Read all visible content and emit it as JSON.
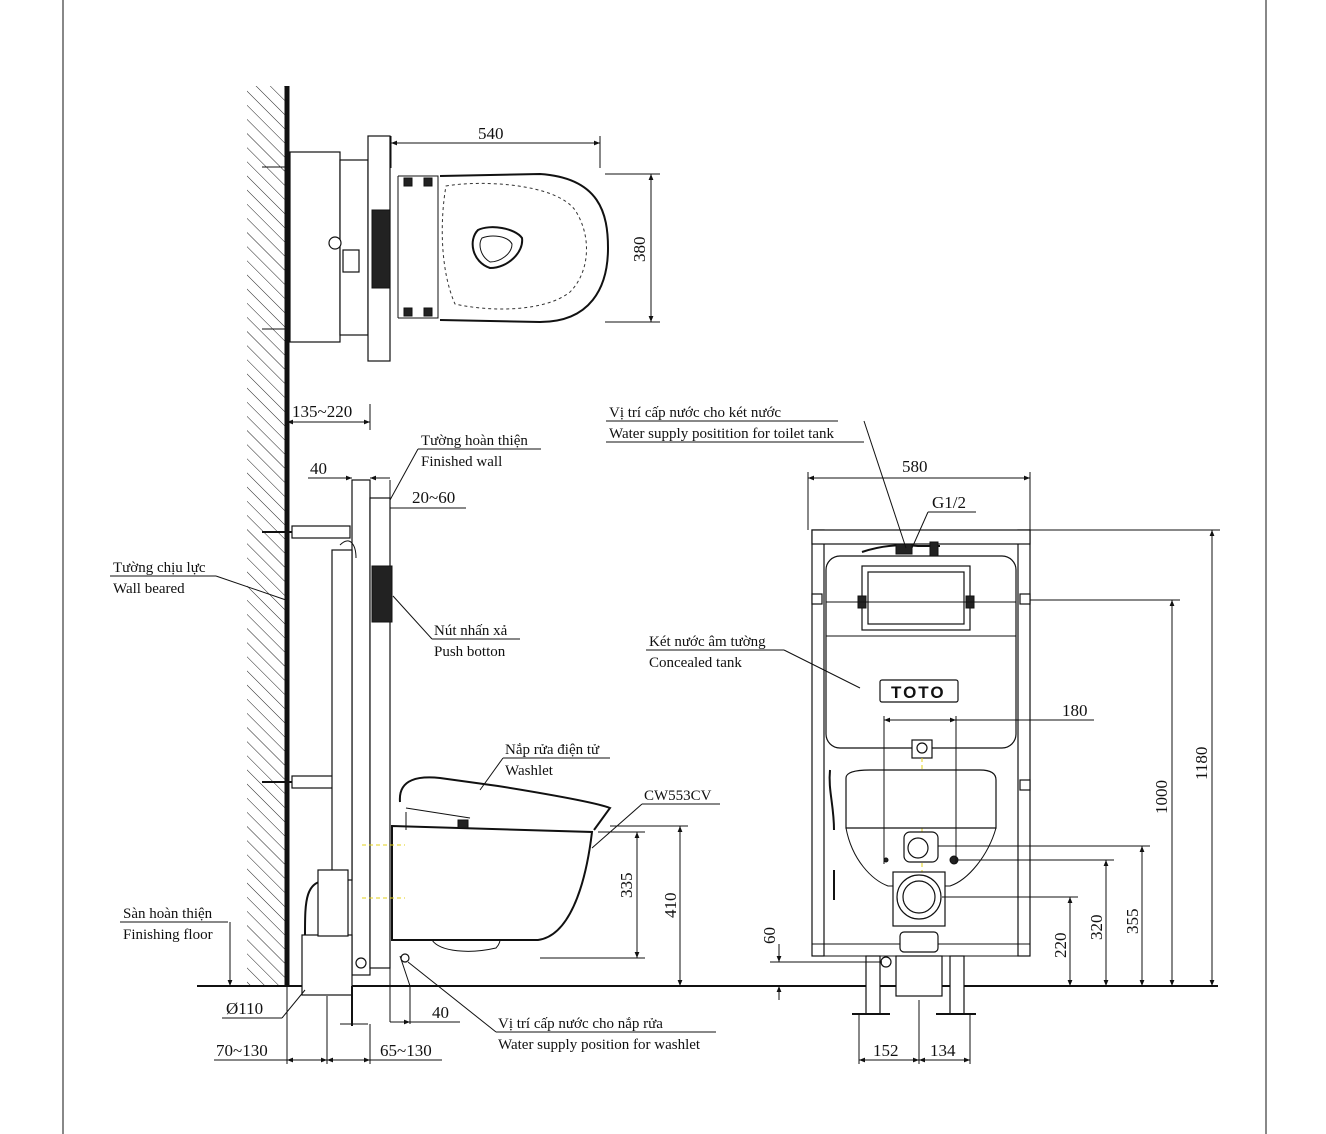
{
  "dimensions": {
    "top_width": "540",
    "top_depth": "380",
    "frame_depth": "135~220",
    "frame_inner": "40",
    "finish_thickness": "20~60",
    "bowl_height_335": "335",
    "bowl_height_410": "410",
    "pipe_offset": "40",
    "pipe_diameter": "Ø110",
    "left_70_130": "70~130",
    "left_65_130": "65~130",
    "front_width": "580",
    "thread": "G1/2",
    "spacing_180": "180",
    "h_1180": "1180",
    "h_1000": "1000",
    "h_355": "355",
    "h_320": "320",
    "h_220": "220",
    "h_60": "60",
    "foot_152": "152",
    "foot_134": "134"
  },
  "labels": {
    "water_supply_tank_vi": "Vị trí cấp nước cho két nước",
    "water_supply_tank_en": "Water supply positition for toilet tank",
    "finished_wall_vi": "Tường hoàn thiện",
    "finished_wall_en": "Finished wall",
    "wall_beared_vi": "Tường chịu lực",
    "wall_beared_en": "Wall beared",
    "push_button_vi": "Nút nhấn xả",
    "push_button_en": "Push botton",
    "concealed_tank_vi": "Két nước âm tường",
    "concealed_tank_en": "Concealed tank",
    "washlet_vi": "Nắp rửa điện tử",
    "washlet_en": "Washlet",
    "model": "CW553CV",
    "finishing_floor_vi": "Sàn hoàn thiện",
    "finishing_floor_en": "Finishing floor",
    "water_supply_washlet_vi": "Vị trí cấp nước cho nắp rửa",
    "water_supply_washlet_en": "Water supply position for washlet",
    "brand": "TOTO"
  }
}
